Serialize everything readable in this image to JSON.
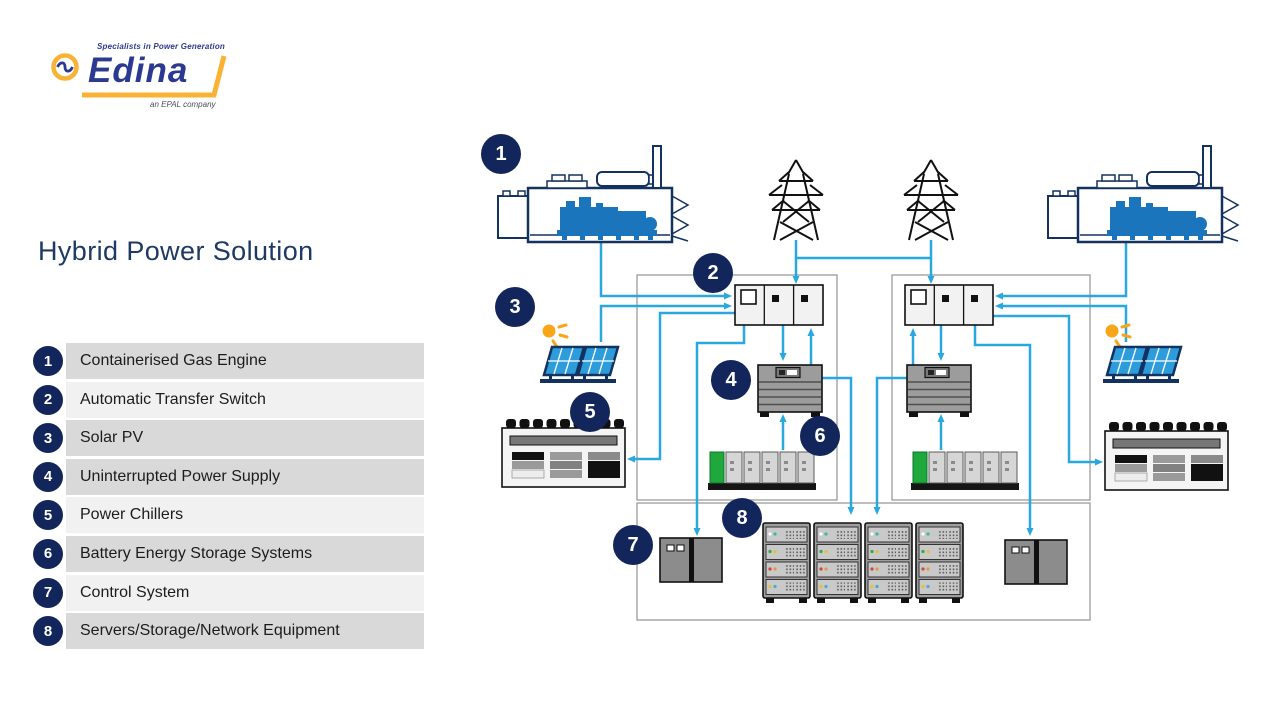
{
  "logo": {
    "tagline": "Specialists in Power Generation",
    "brand": "Edina",
    "subtitle": "an EPAL company"
  },
  "title": "Hybrid Power Solution",
  "legend": {
    "items": [
      {
        "number": "1",
        "label": "Containerised Gas Engine"
      },
      {
        "number": "2",
        "label": "Automatic Transfer Switch"
      },
      {
        "number": "3",
        "label": "Solar PV"
      },
      {
        "number": "4",
        "label": "Uninterrupted Power Supply"
      },
      {
        "number": "5",
        "label": "Power Chillers"
      },
      {
        "number": "6",
        "label": "Battery Energy Storage Systems"
      },
      {
        "number": "7",
        "label": "Control System"
      },
      {
        "number": "8",
        "label": "Servers/Storage/Network Equipment"
      }
    ]
  },
  "diagram": {
    "badges": [
      "1",
      "2",
      "3",
      "4",
      "5",
      "6",
      "7",
      "8"
    ]
  },
  "icons": {
    "logo-mark-icon": "sine-wave-in-yellow-ring",
    "gas-engine-icon": "containerised-genset-outline",
    "pylon-icon": "transmission-tower-line-art",
    "solar-pv-icon": "tilted-solar-panels-with-sun",
    "ats-icon": "three-section-switch-cabinet",
    "ups-icon": "louvered-ups-cabinet",
    "power-chiller-icon": "chiller-unit-with-fans",
    "battery-icon": "battery-module-string-with-green-controller",
    "control-system-icon": "grey-control-cabinet",
    "server-rack-icon": "four-bay-server-rack"
  },
  "colors": {
    "accent_line": "#29A8DF",
    "badge_navy": "#13265B",
    "title_navy": "#1E3A63",
    "engine_blue": "#1B75BC",
    "outline_navy": "#13325F",
    "solar_panel_blue": "#2D9CDB",
    "sun_yellow": "#F9A51A",
    "battery_green": "#1FA83C",
    "logo_yellow": "#F9B233",
    "logo_blue": "#2B3990",
    "legend_row_dark": "#D9D9D9",
    "legend_row_light": "#F1F1F1",
    "cluster_border": "#9B9B9B"
  }
}
